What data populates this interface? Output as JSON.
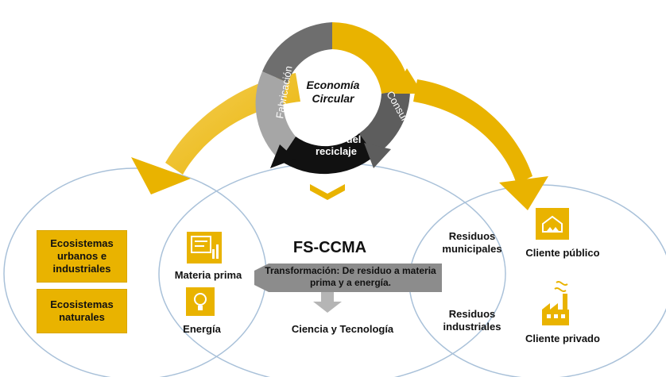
{
  "cycle": {
    "center_title": "Economía Circular",
    "segments": [
      "Fabricación",
      "Consumo",
      "Sector del reciclaje"
    ]
  },
  "center": {
    "title": "FS-CCMA",
    "transformation": "Transformación: De residuo a materia prima y a energía.",
    "science": "Ciencia y Tecnología"
  },
  "left": {
    "boxes": [
      "Ecosistemas urbanos e industriales",
      "Ecosistemas naturales"
    ],
    "resources": [
      "Materia prima",
      "Energía"
    ]
  },
  "right": {
    "residues": [
      "Residuos municipales",
      "Residuos industriales"
    ],
    "clients": [
      "Cliente público",
      "Cliente privado"
    ]
  },
  "icons": [
    "document-chart-icon",
    "light-bulb-icon",
    "warehouse-icon",
    "factory-icon"
  ],
  "colors": {
    "accent": "#E9B300",
    "dark_grey": "#5a5a5a",
    "light_grey": "#a8a8a8",
    "ring_outline": "#a9c1d9"
  }
}
